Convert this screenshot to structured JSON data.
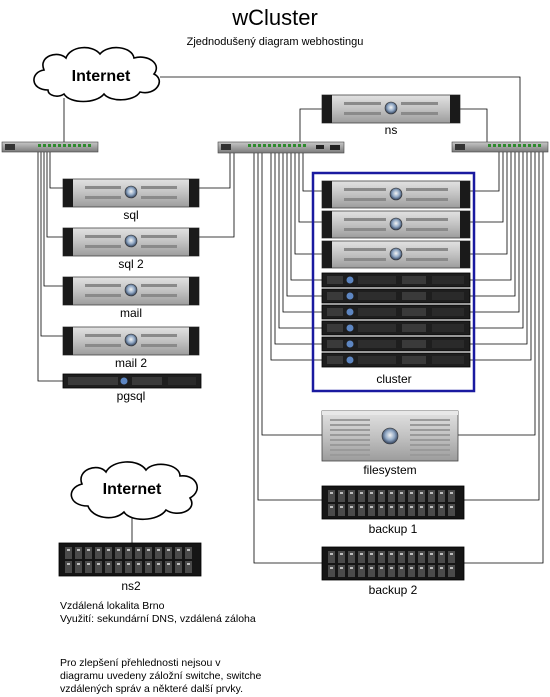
{
  "title": "wCluster",
  "subtitle": "Zjednodušený diagram webhostingu",
  "internet_label": "Internet",
  "internet2_label": "Internet",
  "servers": {
    "sql": "sql",
    "sql2": "sql 2",
    "mail": "mail",
    "mail2": "mail 2",
    "pgsql": "pgsql",
    "ns": "ns",
    "cluster": "cluster",
    "filesystem": "filesystem",
    "backup1": "backup 1",
    "backup2": "backup 2",
    "ns2": "ns2"
  },
  "remote_note": {
    "line1": "Vzdálená lokalita Brno",
    "line2": "Využití: sekundární DNS, vzdálená záloha"
  },
  "footer_note": {
    "line1": "Pro zlepšení přehlednosti nejsou v",
    "line2": "diagramu uvedeny záložní switche, switche",
    "line3": "vzdálených správ a některé další prvky."
  },
  "colors": {
    "cluster_border": "#1a1aa0",
    "server_face": "#c4c4c4",
    "rack_dark": "#1a1a1a",
    "switch_body": "#9a9a9a",
    "port_green": "#2e8b2e"
  }
}
